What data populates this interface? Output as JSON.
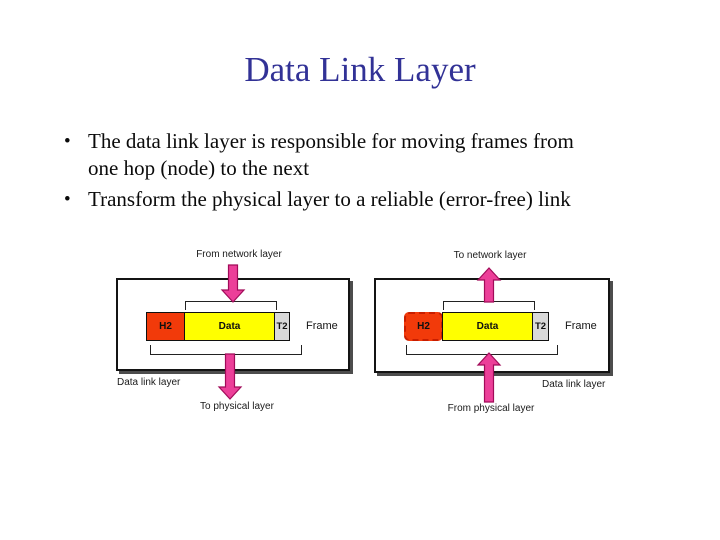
{
  "slide": {
    "title": "Data Link Layer",
    "bullet_glyph": "•",
    "bullets": [
      {
        "lines": [
          "The data link layer is responsible for moving frames from",
          "one hop (node) to the next"
        ]
      },
      {
        "lines": [
          "Transform the physical layer to a reliable (error-free) link"
        ]
      }
    ]
  },
  "diagram": {
    "left_panel": {
      "top_label": "From network layer",
      "bottom_label": "To physical layer",
      "box_label": "Data link layer",
      "frame_label": "Frame",
      "header_cell": "H2",
      "payload_cell": "Data",
      "trailer_cell": "T2",
      "arrow_direction": "down"
    },
    "right_panel": {
      "top_label": "To network layer",
      "bottom_label": "From physical layer",
      "box_label": "Data link layer",
      "frame_label": "Frame",
      "header_cell": "H2",
      "payload_cell": "Data",
      "trailer_cell": "T2",
      "arrow_direction": "up",
      "header_border_style": "dashed"
    },
    "colors": {
      "title_text": "#323296",
      "body_text": "#0a0a0a",
      "header_fill": "#f23a0a",
      "header_dash": "#c81e00",
      "payload_fill": "#ffff00",
      "trailer_fill": "#d9d9d9",
      "arrow_fill": "#ec3f99",
      "arrow_stroke": "#a10b59",
      "box_border": "#141414",
      "box_shadow": "#4d4d4d"
    }
  }
}
